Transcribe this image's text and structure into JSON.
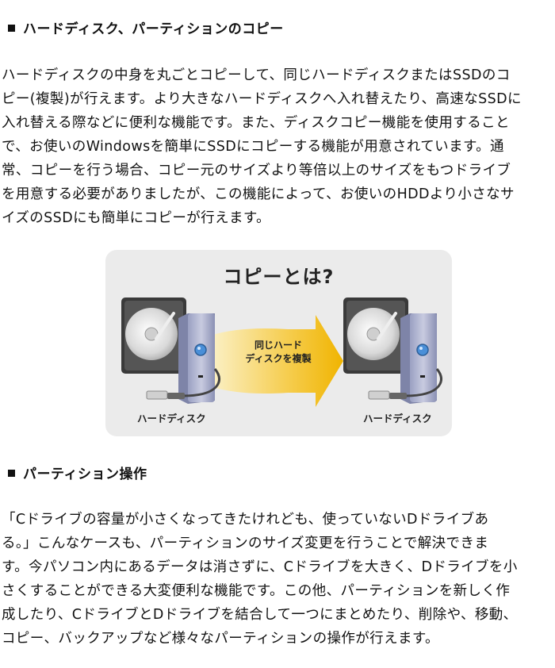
{
  "section1": {
    "heading": "ハードディスク、パーティションのコピー",
    "lines": [
      "ハードディスクの中身を丸ごとコピーして、同じハードディスクまたはSSDのコ",
      "ピー(複製)が行えます。より大きなハードディスクへ入れ替えたり、高速なSSDに",
      "入れ替える際などに便利な機能です。また、ディスクコピー機能を使用すること",
      "で、お使いのWindowsを簡単にSSDにコピーする機能が用意されています。通",
      "常、コピーを行う場合、コピー元のサイズより等倍以上のサイズをもつドライブ",
      "を用意する必要がありましたが、この機能によって、お使いのHDDより小さなサ",
      "イズのSSDにも簡単にコピーが行えます。"
    ]
  },
  "figure": {
    "title": "コピーとは?",
    "arrow_text_line1": "同じハード",
    "arrow_text_line2": "ディスクを複製",
    "left_label": "ハードディスク",
    "right_label": "ハードディスク"
  },
  "section2": {
    "heading": "パーティション操作",
    "lines": [
      "「Cドライブの容量が小さくなってきたけれども、使っていないDドライブあ",
      "る。」こんなケースも、パーティションのサイズ変更を行うことで解決できま",
      "す。今パソコン内にあるデータは消さずに、Cドライブを大きく、Dドライブを小",
      "さくすることができる大変便利な機能です。この他、パーティションを新しく作",
      "成したり、CドライブとDドライブを結合して一つにまとめたり、削除や、移動、",
      "コピー、バックアップなど様々なパーティションの操作が行えます。"
    ]
  }
}
